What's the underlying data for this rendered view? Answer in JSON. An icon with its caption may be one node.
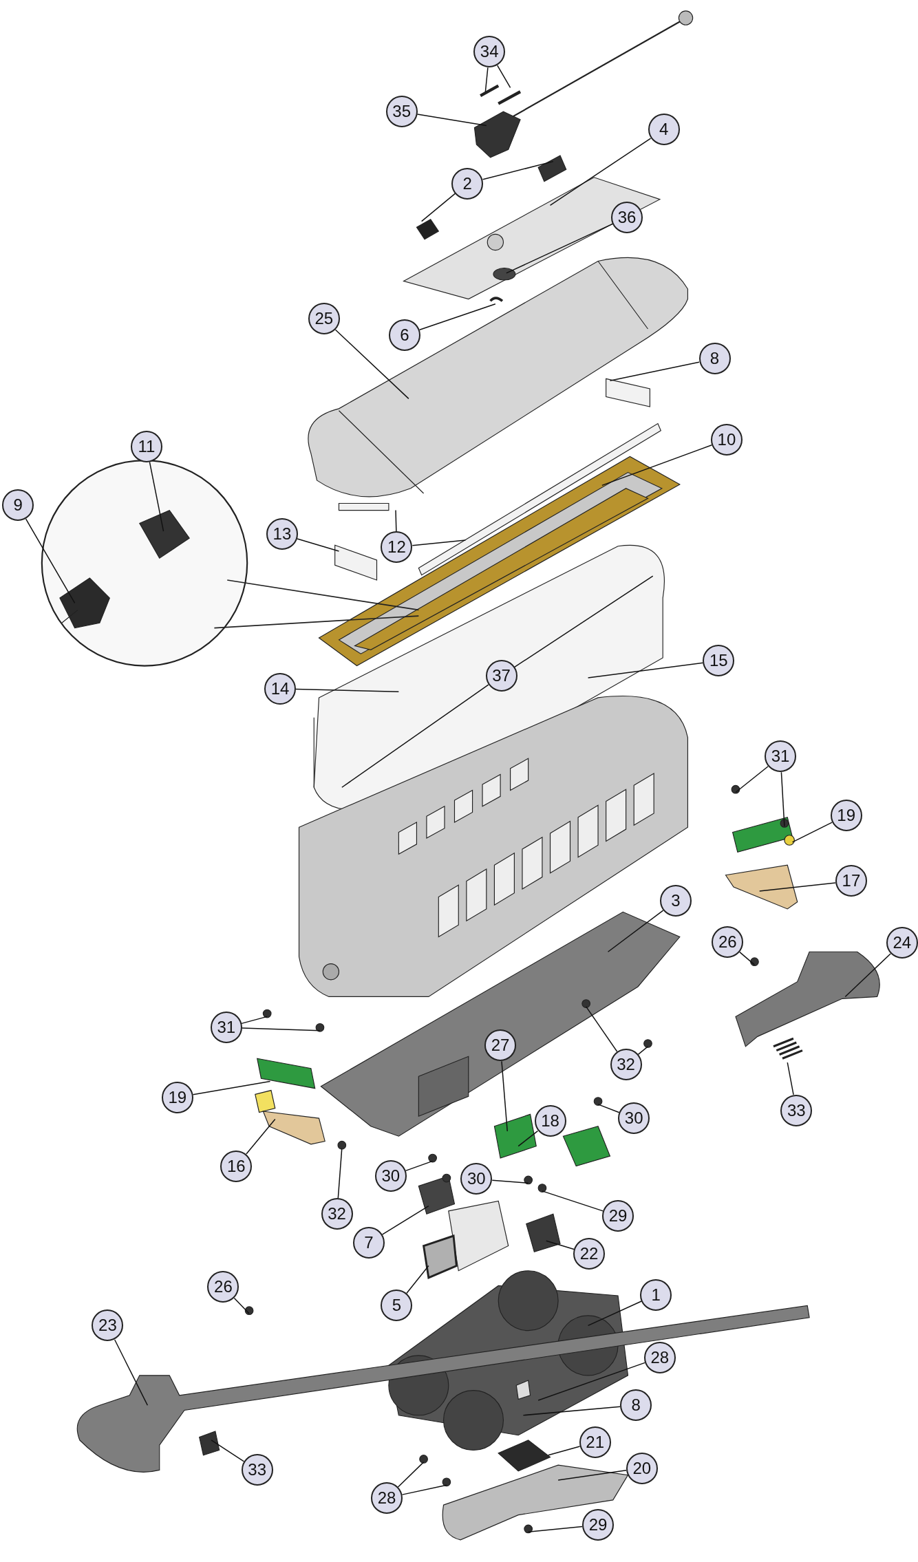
{
  "diagram": {
    "nodes": [
      {
        "text": [
          "34"
        ]
      },
      {
        "text": [
          "35"
        ]
      },
      {
        "text": [
          "4"
        ]
      },
      {
        "text": [
          "2"
        ]
      },
      {
        "text": [
          "36"
        ]
      },
      {
        "text": [
          "25"
        ]
      },
      {
        "text": [
          "6"
        ]
      },
      {
        "text": [
          "8"
        ]
      },
      {
        "text": [
          "10"
        ]
      },
      {
        "text": [
          "11"
        ]
      },
      {
        "text": [
          "9"
        ]
      },
      {
        "text": [
          "13"
        ]
      },
      {
        "text": [
          "12"
        ]
      },
      {
        "text": [
          "15"
        ]
      },
      {
        "text": [
          "14"
        ]
      },
      {
        "text": [
          "37"
        ]
      },
      {
        "text": [
          "31"
        ]
      },
      {
        "text": [
          "19"
        ]
      },
      {
        "text": [
          "17"
        ]
      },
      {
        "text": [
          "3"
        ]
      },
      {
        "text": [
          "24"
        ]
      },
      {
        "text": [
          "26"
        ]
      },
      {
        "text": [
          "31"
        ]
      },
      {
        "text": [
          "32"
        ]
      },
      {
        "text": [
          "27"
        ]
      },
      {
        "text": [
          "19"
        ]
      },
      {
        "text": [
          "33"
        ]
      },
      {
        "text": [
          "30"
        ]
      },
      {
        "text": [
          "18"
        ]
      },
      {
        "text": [
          "16"
        ]
      },
      {
        "text": [
          "30"
        ]
      },
      {
        "text": [
          "30"
        ]
      },
      {
        "text": [
          "32"
        ]
      },
      {
        "text": [
          "29"
        ]
      },
      {
        "text": [
          "7"
        ]
      },
      {
        "text": [
          "22"
        ]
      },
      {
        "text": [
          "26"
        ]
      },
      {
        "text": [
          "1"
        ]
      },
      {
        "text": [
          "5"
        ]
      },
      {
        "text": [
          "23"
        ]
      },
      {
        "text": [
          "28"
        ]
      },
      {
        "text": [
          "8"
        ]
      },
      {
        "text": [
          "21"
        ]
      },
      {
        "text": [
          "33"
        ]
      },
      {
        "text": [
          "20"
        ]
      },
      {
        "text": [
          "28"
        ]
      },
      {
        "text": [
          "29"
        ]
      }
    ],
    "edges": [
      {
        "from": 0,
        "to": null,
        "arrow": "none"
      },
      {
        "from": 0,
        "to": null,
        "arrow": "none"
      },
      {
        "from": 1,
        "to": null,
        "arrow": "none"
      },
      {
        "from": 2,
        "to": null,
        "arrow": "none"
      },
      {
        "from": 3,
        "to": null,
        "arrow": "none"
      },
      {
        "from": 3,
        "to": null,
        "arrow": "none"
      },
      {
        "from": 4,
        "to": null,
        "arrow": "none"
      },
      {
        "from": 5,
        "to": null,
        "arrow": "none"
      },
      {
        "from": 6,
        "to": null,
        "arrow": "none"
      },
      {
        "from": 7,
        "to": null,
        "arrow": "none"
      },
      {
        "from": 8,
        "to": null,
        "arrow": "none"
      },
      {
        "from": 9,
        "to": null,
        "arrow": "none"
      },
      {
        "from": 10,
        "to": null,
        "arrow": "none"
      },
      {
        "from": 11,
        "to": null,
        "arrow": "none"
      },
      {
        "from": 12,
        "to": null,
        "arrow": "none"
      },
      {
        "from": 12,
        "to": null,
        "arrow": "none"
      },
      {
        "from": 13,
        "to": null,
        "arrow": "none"
      },
      {
        "from": 14,
        "to": null,
        "arrow": "none"
      },
      {
        "from": 15,
        "to": null,
        "arrow": "none"
      },
      {
        "from": 15,
        "to": null,
        "arrow": "none"
      },
      {
        "from": 16,
        "to": null,
        "arrow": "none"
      },
      {
        "from": 16,
        "to": null,
        "arrow": "none"
      },
      {
        "from": 17,
        "to": null,
        "arrow": "none"
      },
      {
        "from": 18,
        "to": null,
        "arrow": "none"
      },
      {
        "from": 19,
        "to": null,
        "arrow": "none"
      },
      {
        "from": 20,
        "to": null,
        "arrow": "none"
      },
      {
        "from": 21,
        "to": null,
        "arrow": "none"
      },
      {
        "from": 22,
        "to": null,
        "arrow": "none"
      },
      {
        "from": 22,
        "to": null,
        "arrow": "none"
      },
      {
        "from": 23,
        "to": null,
        "arrow": "none"
      },
      {
        "from": 23,
        "to": null,
        "arrow": "none"
      },
      {
        "from": 24,
        "to": null,
        "arrow": "none"
      },
      {
        "from": 25,
        "to": null,
        "arrow": "none"
      },
      {
        "from": 26,
        "to": null,
        "arrow": "none"
      },
      {
        "from": 27,
        "to": null,
        "arrow": "none"
      },
      {
        "from": 28,
        "to": null,
        "arrow": "none"
      },
      {
        "from": 29,
        "to": null,
        "arrow": "none"
      },
      {
        "from": 30,
        "to": null,
        "arrow": "none"
      },
      {
        "from": 31,
        "to": null,
        "arrow": "none"
      },
      {
        "from": 32,
        "to": null,
        "arrow": "none"
      },
      {
        "from": 33,
        "to": null,
        "arrow": "none"
      },
      {
        "from": 34,
        "to": null,
        "arrow": "none"
      },
      {
        "from": 35,
        "to": null,
        "arrow": "none"
      },
      {
        "from": 36,
        "to": null,
        "arrow": "none"
      },
      {
        "from": 37,
        "to": null,
        "arrow": "none"
      },
      {
        "from": 38,
        "to": null,
        "arrow": "none"
      },
      {
        "from": 39,
        "to": null,
        "arrow": "none"
      },
      {
        "from": 40,
        "to": null,
        "arrow": "none"
      },
      {
        "from": 41,
        "to": null,
        "arrow": "none"
      },
      {
        "from": 42,
        "to": null,
        "arrow": "none"
      },
      {
        "from": 43,
        "to": null,
        "arrow": "none"
      },
      {
        "from": 44,
        "to": null,
        "arrow": "none"
      },
      {
        "from": 45,
        "to": null,
        "arrow": "none"
      },
      {
        "from": 45,
        "to": null,
        "arrow": "none"
      },
      {
        "from": 46,
        "to": null,
        "arrow": "none"
      }
    ]
  }
}
